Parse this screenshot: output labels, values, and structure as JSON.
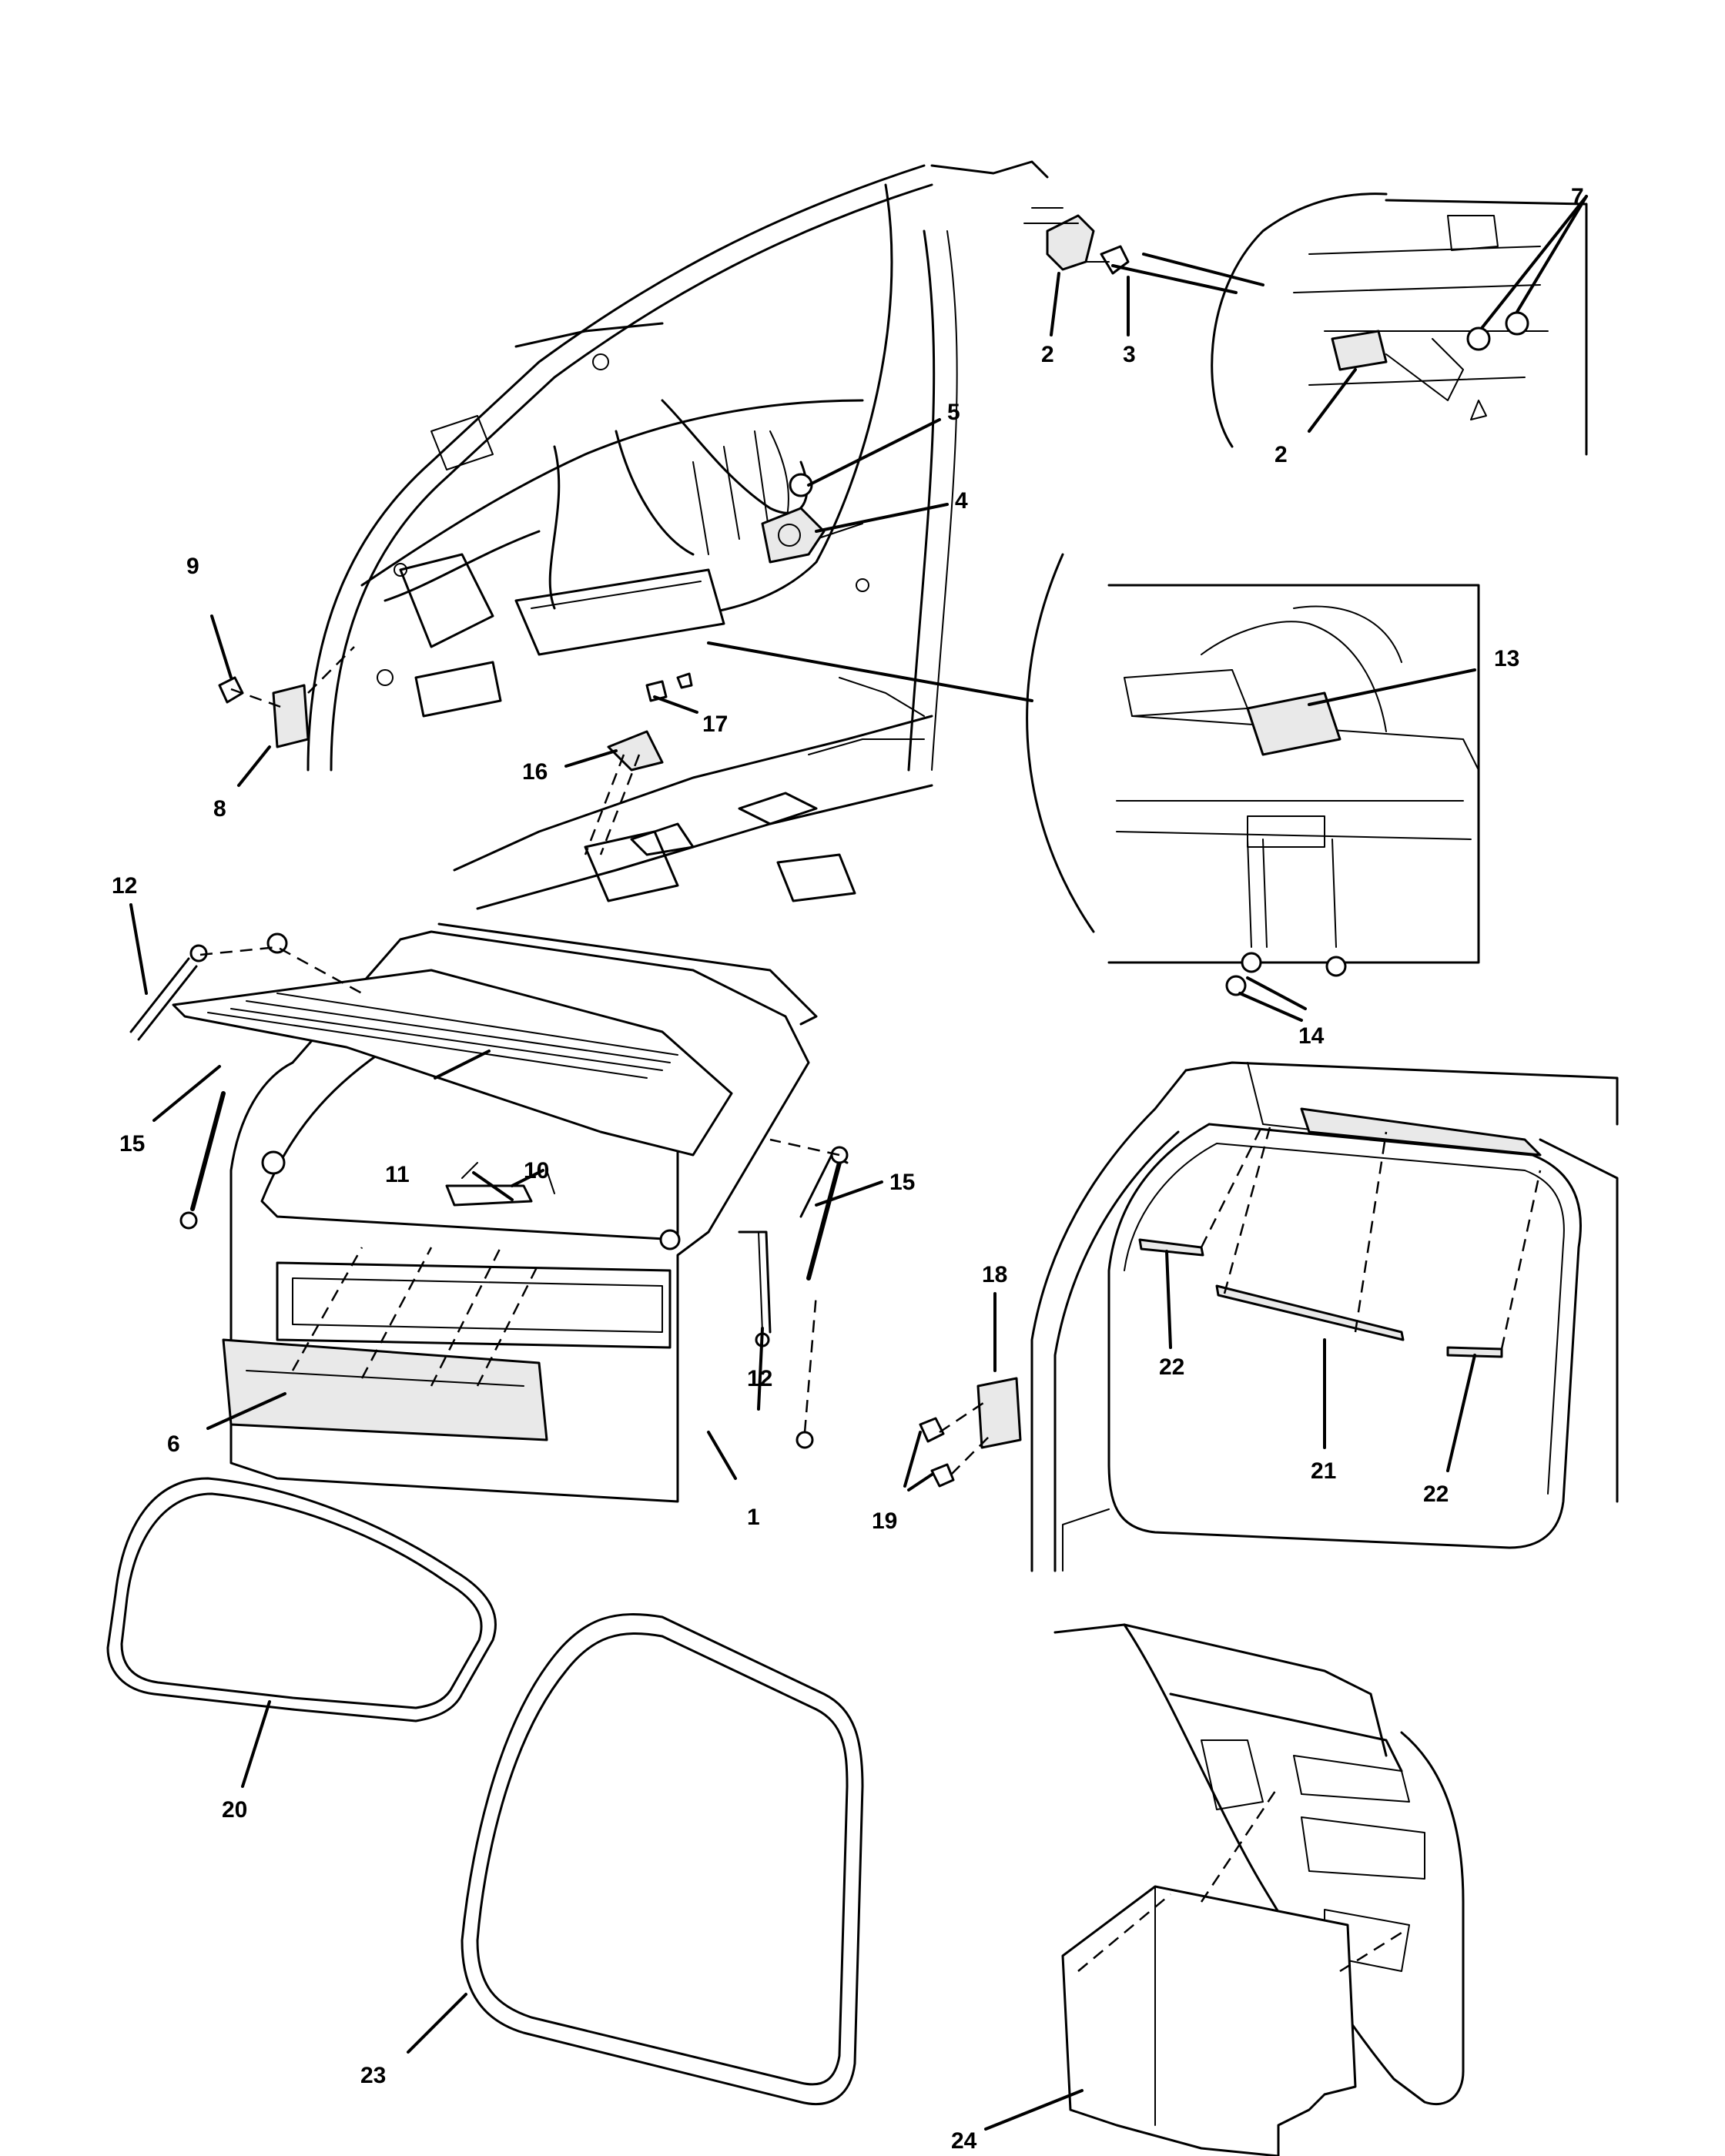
{
  "callouts": [
    {
      "id": "c1",
      "label": "1"
    },
    {
      "id": "c2a",
      "label": "2"
    },
    {
      "id": "c2b",
      "label": "2"
    },
    {
      "id": "c3",
      "label": "3"
    },
    {
      "id": "c4",
      "label": "4"
    },
    {
      "id": "c5",
      "label": "5"
    },
    {
      "id": "c6",
      "label": "6"
    },
    {
      "id": "c7",
      "label": "7"
    },
    {
      "id": "c8",
      "label": "8"
    },
    {
      "id": "c9",
      "label": "9"
    },
    {
      "id": "c10",
      "label": "10"
    },
    {
      "id": "c11",
      "label": "11"
    },
    {
      "id": "c12a",
      "label": "12"
    },
    {
      "id": "c12b",
      "label": "12"
    },
    {
      "id": "c13",
      "label": "13"
    },
    {
      "id": "c14",
      "label": "14"
    },
    {
      "id": "c15a",
      "label": "15"
    },
    {
      "id": "c15b",
      "label": "15"
    },
    {
      "id": "c16",
      "label": "16"
    },
    {
      "id": "c17",
      "label": "17"
    },
    {
      "id": "c18",
      "label": "18"
    },
    {
      "id": "c19",
      "label": "19"
    },
    {
      "id": "c20",
      "label": "20"
    },
    {
      "id": "c21",
      "label": "21"
    },
    {
      "id": "c22a",
      "label": "22"
    },
    {
      "id": "c22b",
      "label": "22"
    },
    {
      "id": "c23",
      "label": "23"
    },
    {
      "id": "c24",
      "label": "24"
    }
  ]
}
